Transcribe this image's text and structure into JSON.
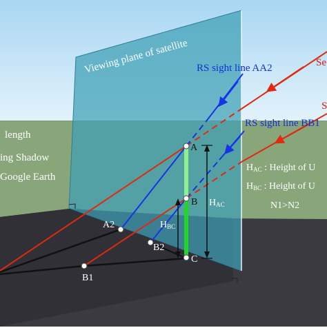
{
  "colors": {
    "sky_top": "#a9d6f3",
    "sky_bottom": "#ddf0fb",
    "ground": "#89a67b",
    "plane_fill": "#3f9fb5",
    "sun_ray": "#e02a10",
    "sight_line": "#1733e6",
    "shadow_line": "#111111",
    "height_bar_light": "#8ef08e",
    "height_bar_dark": "#22d622",
    "label_blue": "#1030d8",
    "label_red": "#d81a10"
  },
  "plane_title": "Viewing plane of satellite",
  "sight_lines": {
    "aa2": "RS sight line AA2",
    "bb1": "RS sight line BB1"
  },
  "sun_labels": {
    "top": "Se",
    "bottom": "S"
  },
  "left_text": {
    "line1": "length",
    "line2": "ing Shadow",
    "line3": "Google Earth"
  },
  "legend": {
    "hac": "Hₐ꜀ : Height of",
    "hbc": "Hᵇ꜀ : Height of",
    "condition": "N1>N2"
  },
  "legend_text": {
    "hac_sym": "H",
    "hac_sub": "AC",
    "hac_rest": " : Height of U",
    "hbc_sym": "H",
    "hbc_sub": "BC",
    "hbc_rest": " : Height of U"
  },
  "measure_labels": {
    "hac_sym": "H",
    "hac_sub": "AC",
    "hbc_sym": "H",
    "hbc_sub": "BC"
  },
  "points": {
    "A": "A",
    "B": "B",
    "C": "C",
    "A2": "A2",
    "B1": "B1",
    "B2": "B2"
  }
}
